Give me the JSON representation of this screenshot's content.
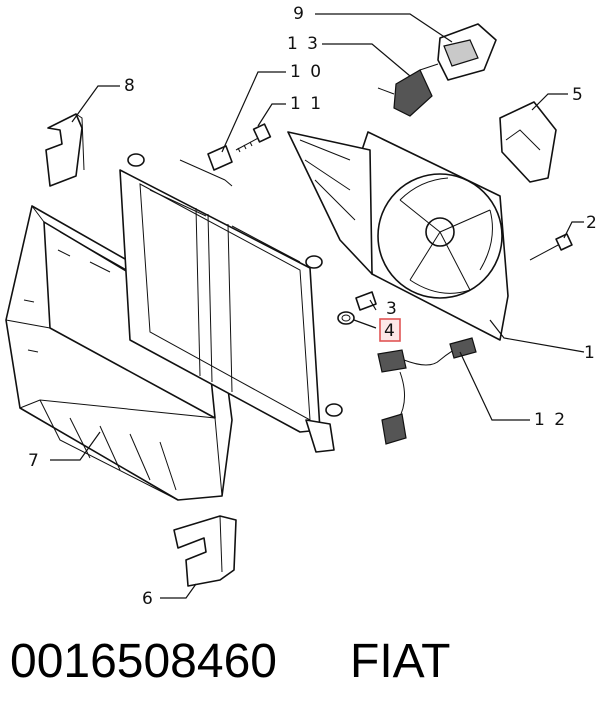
{
  "callouts": {
    "c1": "1",
    "c2": "2",
    "c3": "3",
    "c4": "4",
    "c5": "5",
    "c6": "6",
    "c7": "7",
    "c8": "8",
    "c9": "9",
    "c10": "1 0",
    "c11": "1 1",
    "c12": "1 2",
    "c13": "1 3"
  },
  "highlight_color": "#e05555",
  "footer": {
    "part_number": "0016508460",
    "brand": "FIAT"
  }
}
